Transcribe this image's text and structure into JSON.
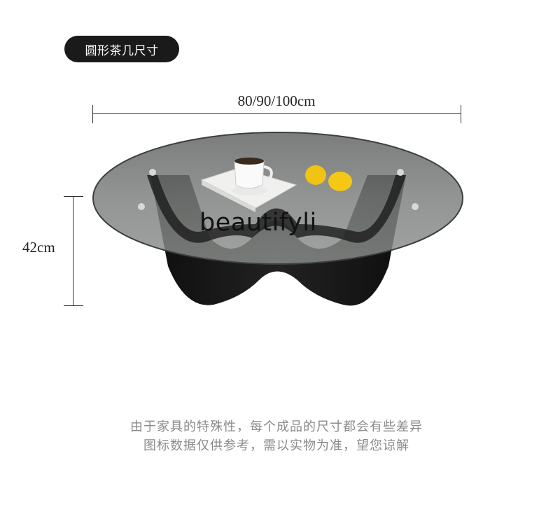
{
  "badge": {
    "title": "圆形茶几尺寸"
  },
  "dimensions": {
    "width_label": "80/90/100cm",
    "height_label": "42cm"
  },
  "watermark": "beautifyli",
  "notice": {
    "line1": "由于家具的特殊性，每个成品的尺寸都会有些差异",
    "line2": "图标数据仅供参考，需以实物为准，望您谅解"
  },
  "colors": {
    "badge_bg": "#1a1a1a",
    "glass": "#6f7370",
    "base": "#161616",
    "note_text": "#8a8a8a"
  }
}
